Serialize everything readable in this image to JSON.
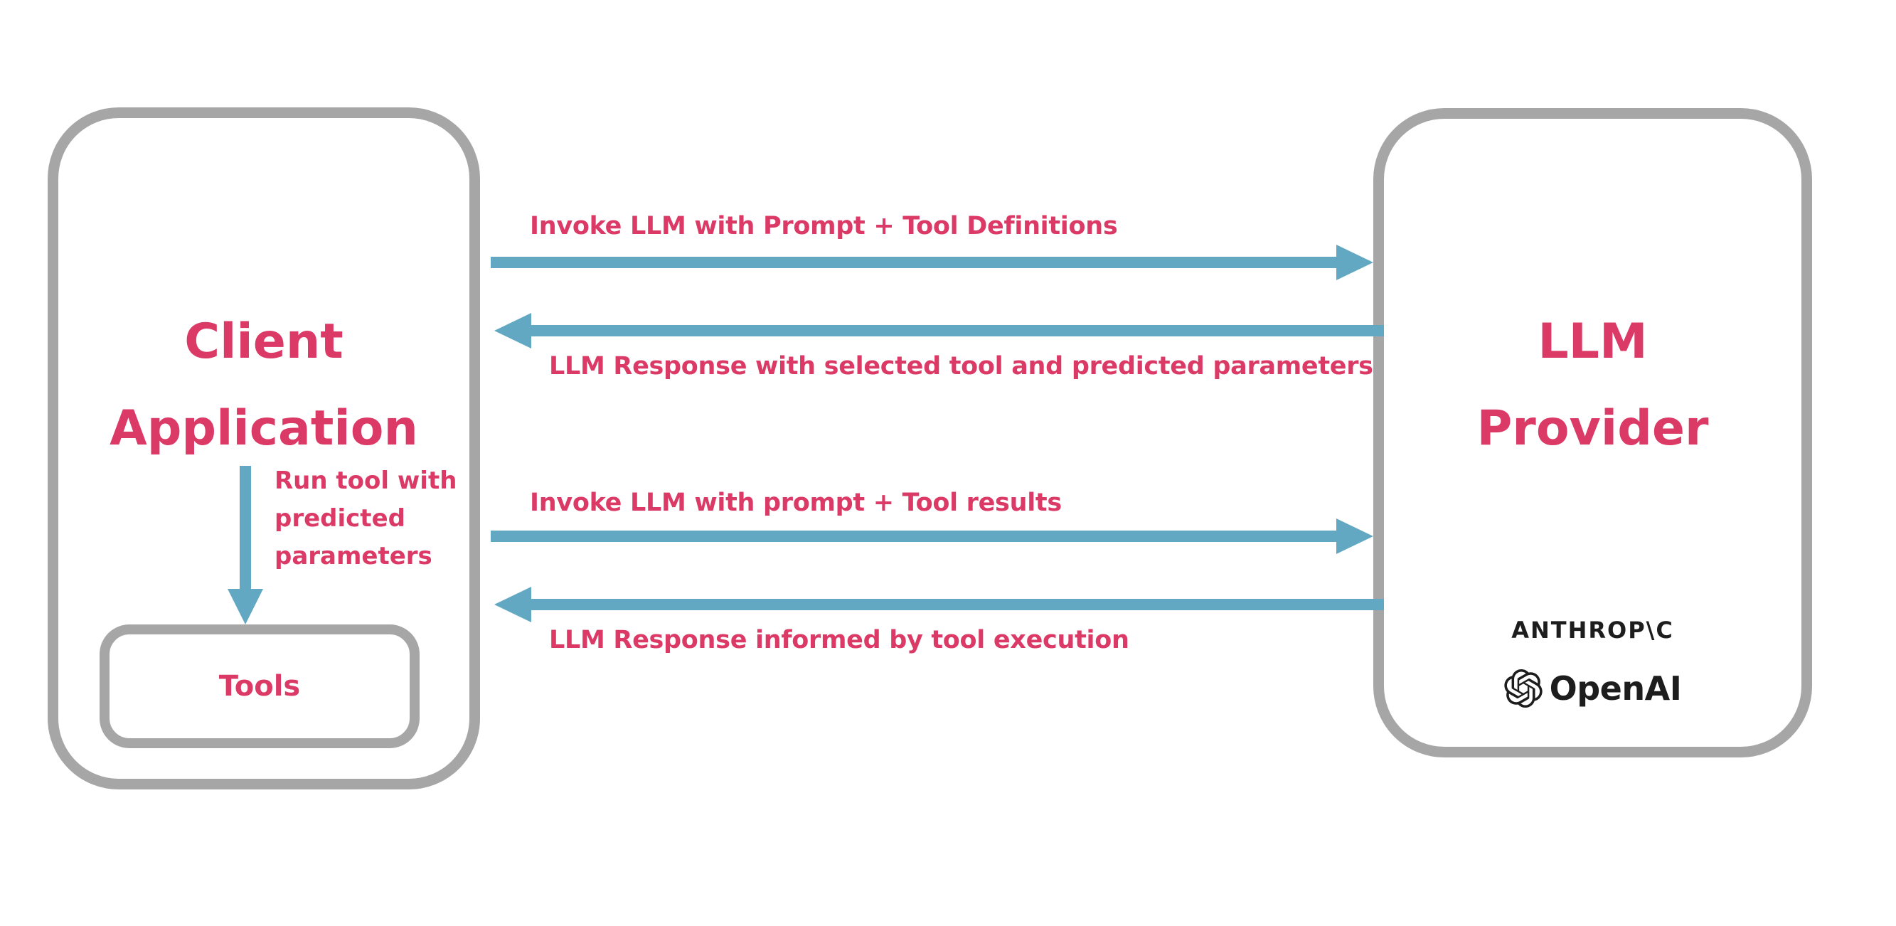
{
  "colors": {
    "pink": "#DC3A66",
    "blue": "#62A8C3",
    "gray": "#A6A6A6",
    "ink": "#1D1D1D"
  },
  "client_box": {
    "title_line1": "Client",
    "title_line2": "Application",
    "tools_label": "Tools",
    "internal_flow": {
      "direction": "down",
      "lines": [
        "Run tool with",
        "predicted",
        "parameters"
      ]
    }
  },
  "llm_box": {
    "title_line1": "LLM",
    "title_line2": "Provider",
    "providers": [
      {
        "name": "anthropic",
        "wordmark": "ANTHROP\\C"
      },
      {
        "name": "openai",
        "wordmark": "OpenAI"
      }
    ]
  },
  "flows": [
    {
      "label": "Invoke LLM with Prompt + Tool Definitions",
      "direction": "right"
    },
    {
      "label": "LLM Response with selected tool and predicted parameters",
      "direction": "left"
    },
    {
      "label": "Invoke LLM with prompt + Tool results",
      "direction": "right"
    },
    {
      "label": "LLM Response informed by tool execution",
      "direction": "left"
    }
  ]
}
